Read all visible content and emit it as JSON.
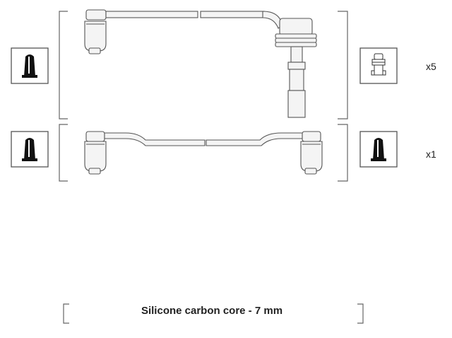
{
  "quantities": {
    "top_set": "x5",
    "bottom_set": "x1"
  },
  "caption": "Silicone carbon core - 7 mm",
  "icons": {
    "left_top": "angled-connector-icon",
    "left_bottom": "angled-connector-icon",
    "right_top": "straight-connector-icon",
    "right_bottom": "angled-connector-icon"
  },
  "colors": {
    "line": "#555555",
    "fill": "#f4f4f4",
    "icon_fill": "#111111"
  }
}
